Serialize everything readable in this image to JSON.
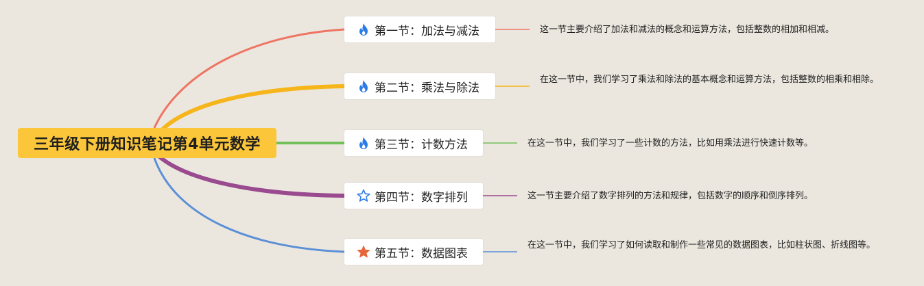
{
  "mindmap": {
    "root": {
      "label": "三年级下册知识笔记第4单元数学",
      "color": "#fbc63a"
    },
    "branches": [
      {
        "icon": "fire-icon",
        "label": "第一节：加法与减法",
        "color": "#ef7463",
        "description": "这一节主要介绍了加法和减法的概念和运算方法，包括整数的相加和相减。"
      },
      {
        "icon": "fire-icon",
        "label": "第二节：乘法与除法",
        "color": "#f6b51b",
        "description": "在这一节中，我们学习了乘法和除法的基本概念和运算方法，包括整数的相乘和相除。"
      },
      {
        "icon": "fire-icon",
        "label": "第三节：计数方法",
        "color": "#73c05b",
        "description": "在这一节中，我们学习了一些计数的方法，比如用乘法进行快速计数等。"
      },
      {
        "icon": "star-outline-icon",
        "label": "第四节：数字排列",
        "color": "#9a4a8e",
        "description": "这一节主要介绍了数字排列的方法和规律，包括数字的顺序和倒序排列。"
      },
      {
        "icon": "star-filled-icon",
        "label": "第五节：数据图表",
        "color": "#5b8fd6",
        "description": "在这一节中，我们学习了如何读取和制作一些常见的数据图表，比如柱状图、折线图等。"
      }
    ]
  }
}
